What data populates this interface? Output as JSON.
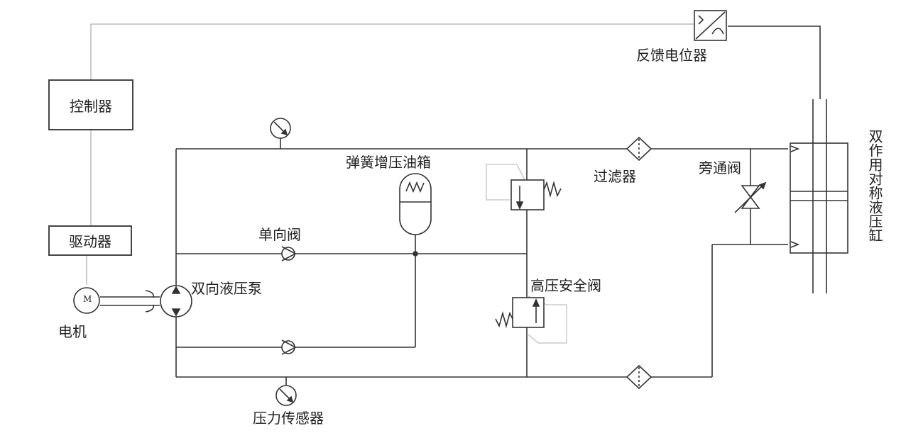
{
  "labels": {
    "controller": "控制器",
    "driver": "驱动器",
    "motor_symbol": "M",
    "motor": "电机",
    "pump": "双向液压泵",
    "check_valve": "单向阀",
    "accumulator": "弹簧增压油箱",
    "relief_valve": "高压安全阀",
    "filter": "过滤器",
    "bypass_valve": "旁通阀",
    "feedback_pot": "反馈电位器",
    "cylinder": "双作用对称液压缸",
    "pressure_sensor": "压力传感器"
  },
  "colors": {
    "line": "#333333",
    "signal": "#9a9a9a",
    "pilot": "#b0b0b0"
  }
}
